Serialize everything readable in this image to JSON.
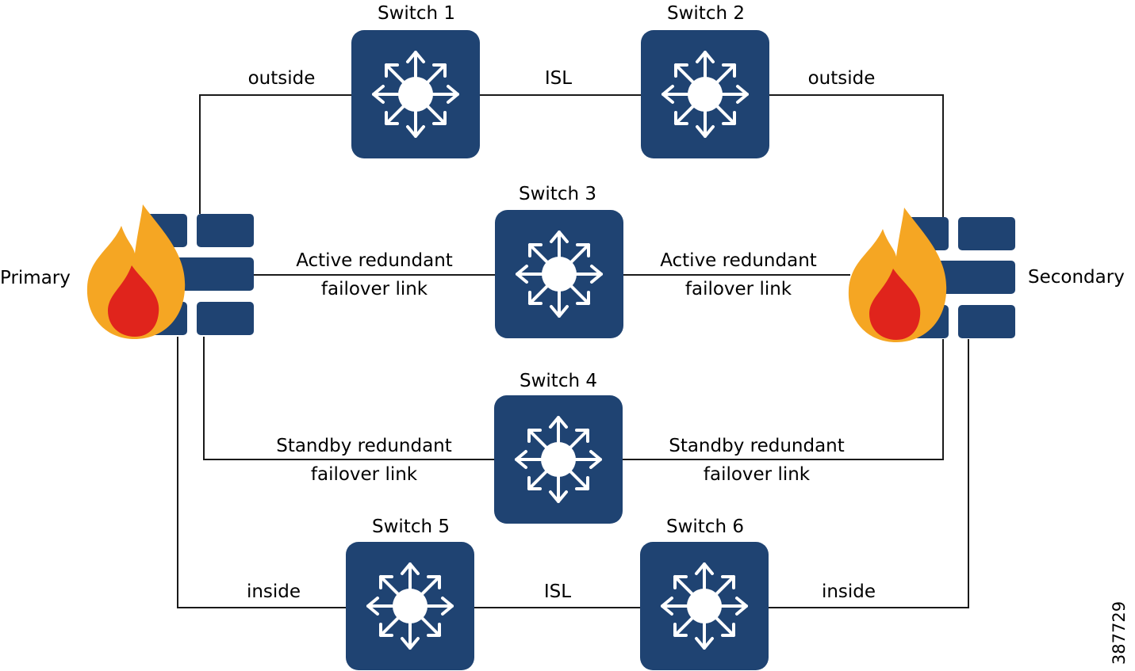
{
  "switches": {
    "s1": "Switch 1",
    "s2": "Switch 2",
    "s3": "Switch 3",
    "s4": "Switch 4",
    "s5": "Switch 5",
    "s6": "Switch 6"
  },
  "firewalls": {
    "primary": "Primary",
    "secondary": "Secondary"
  },
  "links": {
    "outside_left": "outside",
    "outside_right": "outside",
    "isl_top": "ISL",
    "isl_bottom": "ISL",
    "active_left_line1": "Active redundant",
    "active_left_line2": "failover link",
    "active_right_line1": "Active redundant",
    "active_right_line2": "failover link",
    "standby_left_line1": "Standby redundant",
    "standby_left_line2": "failover link",
    "standby_right_line1": "Standby redundant",
    "standby_right_line2": "failover link",
    "inside_left": "inside",
    "inside_right": "inside"
  },
  "figure_id": "387729",
  "colors": {
    "switch": "#1f4372",
    "flame_outer": "#f5a623",
    "flame_inner": "#e0241c",
    "wire": "#1a1a1a"
  },
  "icons": {
    "switch": "multilayer-switch-icon",
    "firewall": "firewall-icon"
  }
}
